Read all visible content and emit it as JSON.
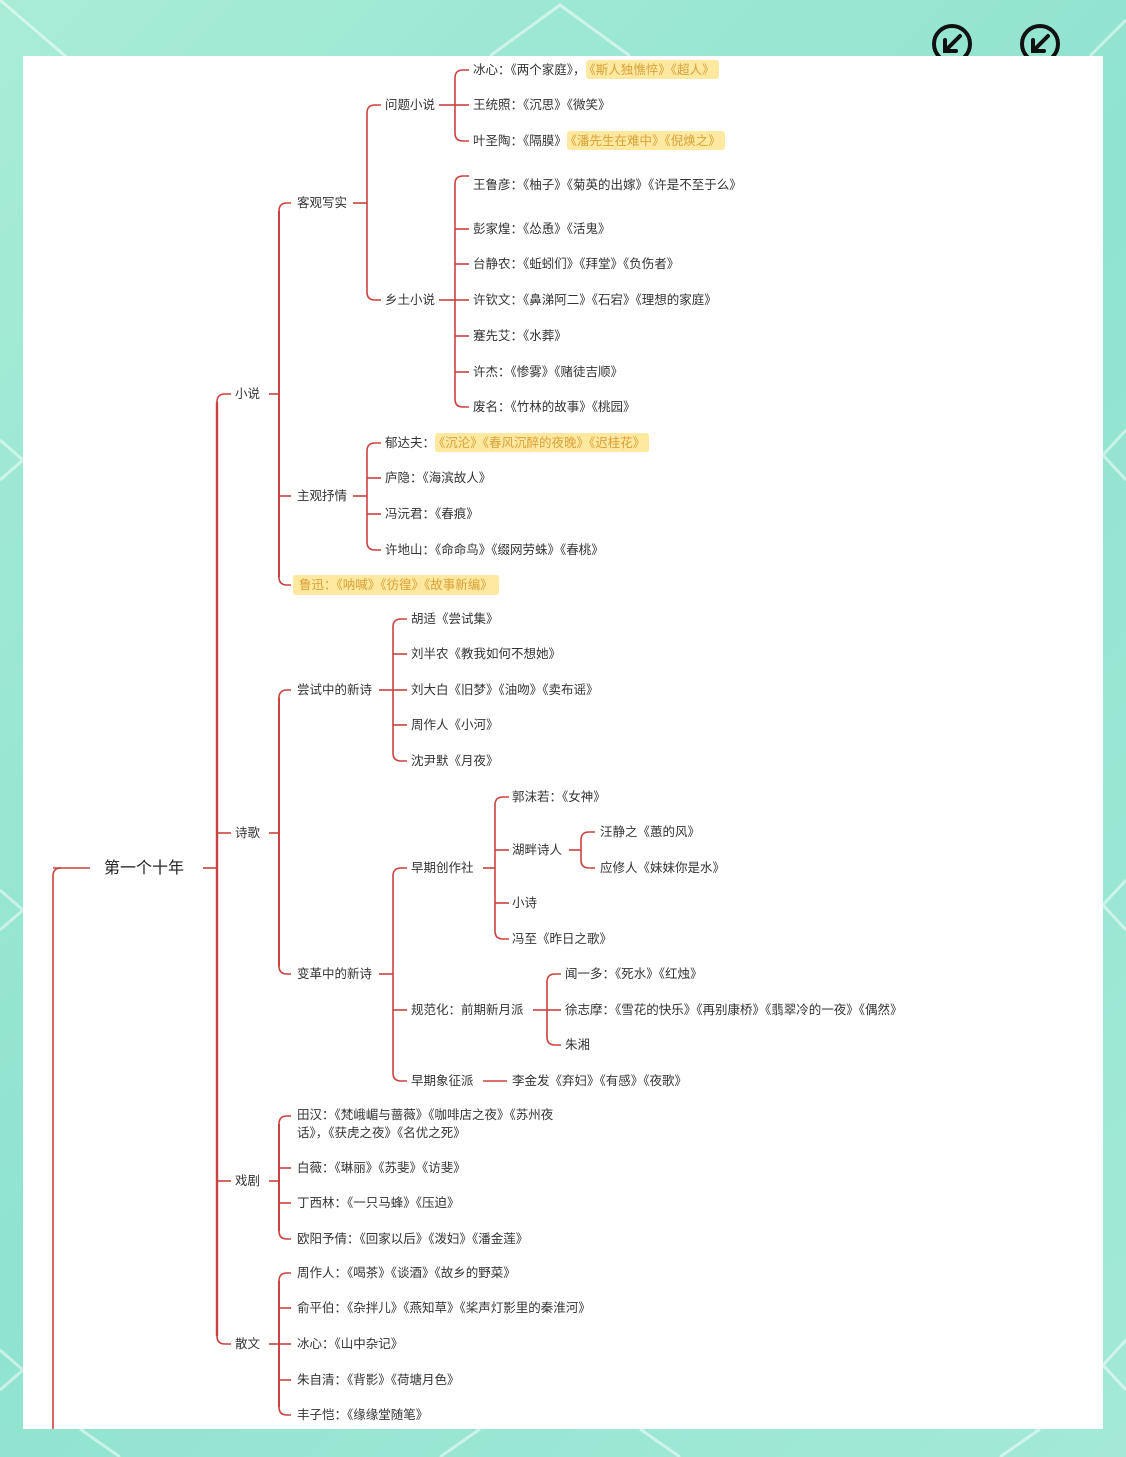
{
  "root": "第一个十年",
  "branches": {
    "xiaoshuo": "小说",
    "shige": "诗歌",
    "xiju": "戏剧",
    "sanwen": "散文"
  },
  "xiaoshuo": {
    "keguan": "客观写实",
    "wenti": "问题小说",
    "wenti_items": [
      {
        "pre": "冰心：《两个家庭》，",
        "hl": "《斯人独憔悴》《超人》"
      },
      {
        "pre": "王统照：《沉思》《微笑》",
        "hl": ""
      },
      {
        "pre": "叶圣陶：《隔膜》",
        "hl": "《潘先生在难中》《倪焕之》"
      }
    ],
    "xiangtu": "乡土小说",
    "xiangtu_items": [
      "王鲁彦：《柚子》《菊英的出嫁》《许是不至于么》",
      "彭家煌：《怂恿》《活鬼》",
      "台静农：《蚯蚓们》《拜堂》《负伤者》",
      "许钦文：《鼻涕阿二》《石宕》《理想的家庭》",
      "蹇先艾：《水葬》",
      "许杰：《惨雾》《赌徒吉顺》",
      "废名：《竹林的故事》《桃园》"
    ],
    "zhuguan": "主观抒情",
    "zhuguan_items": [
      {
        "pre": "郁达夫：",
        "hl": "《沉沦》《春风沉醉的夜晚》《迟桂花》"
      },
      {
        "pre": "庐隐：《海滨故人》",
        "hl": ""
      },
      {
        "pre": "冯沅君：《春痕》",
        "hl": ""
      },
      {
        "pre": "许地山：《命命鸟》《缀网劳蛛》《春桃》",
        "hl": ""
      }
    ],
    "luxun": "鲁迅：《呐喊》《彷徨》《故事新编》"
  },
  "shige": {
    "changshi": "尝试中的新诗",
    "changshi_items": [
      "胡适《尝试集》",
      "刘半农《教我如何不想她》",
      "刘大白《旧梦》《油吻》《卖布谣》",
      "周作人《小河》",
      "沈尹默《月夜》"
    ],
    "biange": "变革中的新诗",
    "chuangzao": "早期创作社",
    "guomoruo": "郭沫若：《女神》",
    "hupan": "湖畔诗人",
    "hupan_items": [
      "汪静之《蕙的风》",
      "应修人《妹妹你是水》"
    ],
    "xiaoshi": "小诗",
    "fengzhi": "冯至《昨日之歌》",
    "guifan": "规范化：前期新月派",
    "guifan_items": [
      "闻一多：《死水》《红烛》",
      "徐志摩：《雪花的快乐》《再别康桥》《翡翠冷的一夜》《偶然》",
      "朱湘"
    ],
    "xiangzheng": "早期象征派",
    "lijinfa": "李金发《弃妇》《有感》《夜歌》"
  },
  "xiju_items": [
    "田汉：《梵峨嵋与蔷薇》《咖啡店之夜》《苏州夜话》，《获虎之夜》《名优之死》",
    "白薇：《琳丽》《苏斐》《访斐》",
    "丁西林：《一只马蜂》《压迫》",
    "欧阳予倩：《回家以后》《泼妇》《潘金莲》"
  ],
  "sanwen_items": [
    "周作人：《喝茶》《谈酒》《故乡的野菜》",
    "俞平伯：《杂拌儿》《燕知草》《桨声灯影里的秦淮河》",
    "冰心：《山中杂记》",
    "朱自清：《背影》《荷塘月色》",
    "丰子恺：《缘缘堂随笔》"
  ],
  "colors": {
    "line": "#c9423f",
    "highlight": "#ffd650",
    "text": "#333333"
  }
}
